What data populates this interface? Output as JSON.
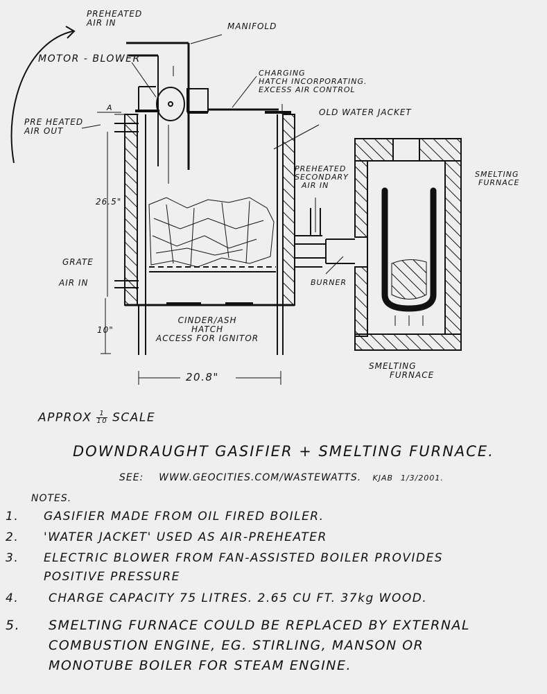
{
  "labels": {
    "preheated_air_in": [
      "PREHEATED",
      "AIR IN"
    ],
    "manifold": "MANIFOLD",
    "motor_blower": "MOTOR - BLOWER",
    "charging_hatch": [
      "CHARGING",
      "HATCH INCORPORATING.",
      "EXCESS AIR CONTROL"
    ],
    "old_water_jacket": "OLD WATER JACKET",
    "preheated_air_out": [
      "PRE HEATED",
      "AIR OUT"
    ],
    "preheated_secondary_air_in": [
      "PREHEATED",
      "SECONDARY",
      "AIR IN"
    ],
    "smelting_furnace_top": [
      "SMELTING",
      "FURNACE"
    ],
    "grate": "GRATE",
    "air_in": "AIR IN",
    "burner": "BURNER",
    "cinder_ash_hatch": [
      "CINDER/ASH",
      "HATCH",
      "ACCESS FOR IGNITOR"
    ],
    "smelting_furnace_bottom": [
      "SMELTING",
      "FURNACE"
    ],
    "dim_height": "26.5\"",
    "dim_leg": "10\"",
    "dim_width": "20.8\"",
    "dim_marker": "A"
  },
  "scale": {
    "prefix": "APPROX",
    "numerator": "1",
    "denominator": "10",
    "suffix": "SCALE"
  },
  "title": "DOWNDRAUGHT GASIFIER + SMELTING FURNACE.",
  "see": {
    "label": "SEE:",
    "url": "WWW.GEOCITIES.COM/WASTEWATTS.",
    "author": "KJAB",
    "date": "1/3/2001."
  },
  "notes": {
    "heading": "NOTES.",
    "items": [
      {
        "num": "1.",
        "lines": [
          "GASIFIER MADE FROM OIL FIRED BOILER."
        ]
      },
      {
        "num": "2.",
        "lines": [
          "'WATER JACKET' USED AS AIR-PREHEATER"
        ]
      },
      {
        "num": "3.",
        "lines": [
          "ELECTRIC BLOWER FROM FAN-ASSISTED BOILER PROVIDES",
          "POSITIVE PRESSURE"
        ]
      },
      {
        "num": "4.",
        "lines": [
          "CHARGE CAPACITY   75 LITRES.   2.65 CU FT.   37kg WOOD."
        ]
      },
      {
        "num": "5.",
        "lines": [
          "SMELTING FURNACE COULD BE REPLACED BY EXTERNAL",
          "COMBUSTION ENGINE, EG. STIRLING, MANSON OR",
          "MONOTUBE BOILER FOR STEAM ENGINE."
        ]
      }
    ]
  }
}
